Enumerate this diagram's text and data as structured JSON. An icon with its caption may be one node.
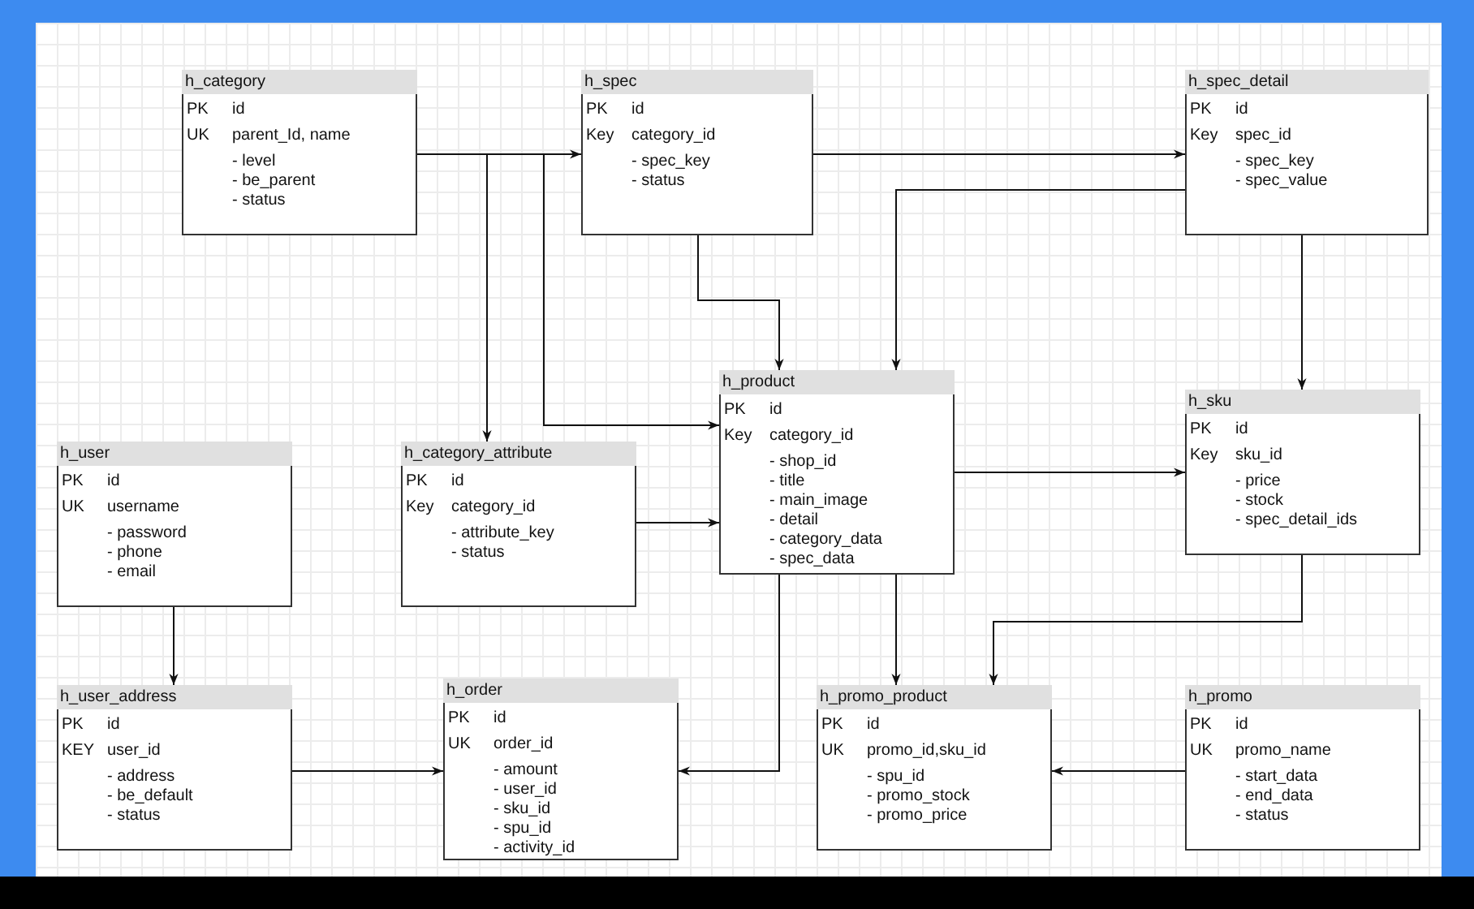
{
  "diagram": {
    "nodes": [
      {
        "text": [
          "h_category",
          "PK",
          "id",
          "UK",
          "parent_Id, name",
          "- level",
          "- be_parent",
          "- status"
        ]
      },
      {
        "text": [
          "h_spec",
          "PK",
          "id",
          "Key",
          "category_id",
          "- spec_key",
          "- status"
        ]
      },
      {
        "text": [
          "h_spec_detail",
          "PK",
          "id",
          "Key",
          "spec_id",
          "- spec_key",
          "- spec_value"
        ]
      },
      {
        "text": [
          "h_product",
          "PK",
          "id",
          "Key",
          "category_id",
          "- shop_id",
          "- title",
          "- main_image",
          "- detail",
          "- category_data",
          "- spec_data"
        ]
      },
      {
        "text": [
          "h_sku",
          "PK",
          "id",
          "Key",
          "sku_id",
          "- price",
          "- stock",
          "- spec_detail_ids"
        ]
      },
      {
        "text": [
          "h_user",
          "PK",
          "id",
          "UK",
          "username",
          "- password",
          "- phone",
          "- email"
        ]
      },
      {
        "text": [
          "h_category_attribute",
          "PK",
          "id",
          "Key",
          "category_id",
          "- attribute_key",
          "- status"
        ]
      },
      {
        "text": [
          "h_user_address",
          "PK",
          "id",
          "KEY",
          "user_id",
          "- address",
          "- be_default",
          "- status"
        ]
      },
      {
        "text": [
          "h_order",
          "PK",
          "id",
          "UK",
          "order_id",
          "- amount",
          "- user_id",
          "- sku_id",
          "- spu_id",
          "- activity_id"
        ]
      },
      {
        "text": [
          "h_promo_product",
          "PK",
          "id",
          "UK",
          "promo_id,sku_id",
          "- spu_id",
          "- promo_stock",
          "- promo_price"
        ]
      },
      {
        "text": [
          "h_promo",
          "PK",
          "id",
          "UK",
          "promo_name",
          "- start_data",
          "- end_data",
          "- status"
        ]
      }
    ],
    "edges": [
      {
        "from": 0,
        "to": 1,
        "arrow": "to"
      },
      {
        "from": 0,
        "to": 6,
        "arrow": "to"
      },
      {
        "from": 0,
        "to": 3,
        "arrow": "to"
      },
      {
        "from": 1,
        "to": 2,
        "arrow": "to"
      },
      {
        "from": 1,
        "to": 3,
        "arrow": "to"
      },
      {
        "from": 2,
        "to": 3,
        "arrow": "to"
      },
      {
        "from": 2,
        "to": 4,
        "arrow": "to"
      },
      {
        "from": 6,
        "to": 3,
        "arrow": "to"
      },
      {
        "from": 3,
        "to": 4,
        "arrow": "to"
      },
      {
        "from": 5,
        "to": 7,
        "arrow": "to"
      },
      {
        "from": 7,
        "to": 8,
        "arrow": "to"
      },
      {
        "from": 3,
        "to": 8,
        "arrow": "to"
      },
      {
        "from": 3,
        "to": 9,
        "arrow": "to"
      },
      {
        "from": 4,
        "to": 9,
        "arrow": "to"
      },
      {
        "from": 10,
        "to": 9,
        "arrow": "to"
      }
    ]
  }
}
